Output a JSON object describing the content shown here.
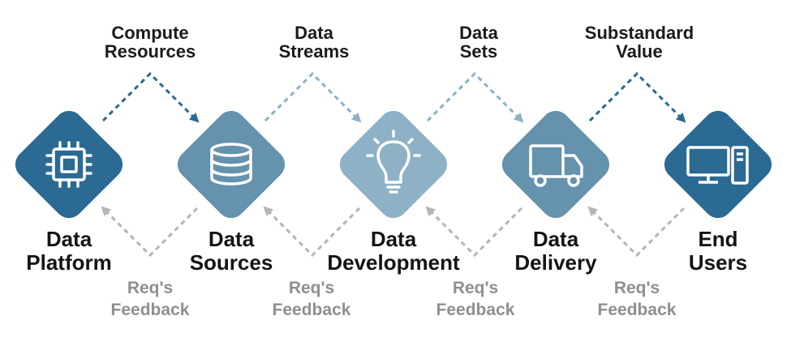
{
  "nodes": [
    {
      "id": "platform",
      "label": [
        "Data",
        "Platform"
      ],
      "color": "#2a6a93",
      "icon": "cpu-chip-icon"
    },
    {
      "id": "sources",
      "label": [
        "Data",
        "Sources"
      ],
      "color": "#6592ad",
      "icon": "database-icon"
    },
    {
      "id": "development",
      "label": [
        "Data",
        "Development"
      ],
      "color": "#8eb1c5",
      "icon": "lightbulb-icon"
    },
    {
      "id": "delivery",
      "label": [
        "Data",
        "Delivery"
      ],
      "color": "#6592ad",
      "icon": "delivery-truck-icon"
    },
    {
      "id": "users",
      "label": [
        "End",
        "Users"
      ],
      "color": "#2a6a93",
      "icon": "desktop-computer-icon"
    }
  ],
  "forward_flows": [
    {
      "label": [
        "Compute",
        "Resources"
      ],
      "color": "#2a6a93"
    },
    {
      "label": [
        "Data",
        "Streams"
      ],
      "color": "#8eb1c5"
    },
    {
      "label": [
        "Data",
        "Sets"
      ],
      "color": "#8eb1c5"
    },
    {
      "label": [
        "Substandard",
        "Value"
      ],
      "color": "#2a6a93"
    }
  ],
  "feedback_flows": [
    {
      "label": [
        "Req's",
        "Feedback"
      ],
      "color": "#b5b5b5"
    },
    {
      "label": [
        "Req's",
        "Feedback"
      ],
      "color": "#b5b5b5"
    },
    {
      "label": [
        "Req's",
        "Feedback"
      ],
      "color": "#b5b5b5"
    },
    {
      "label": [
        "Req's",
        "Feedback"
      ],
      "color": "#b5b5b5"
    }
  ]
}
